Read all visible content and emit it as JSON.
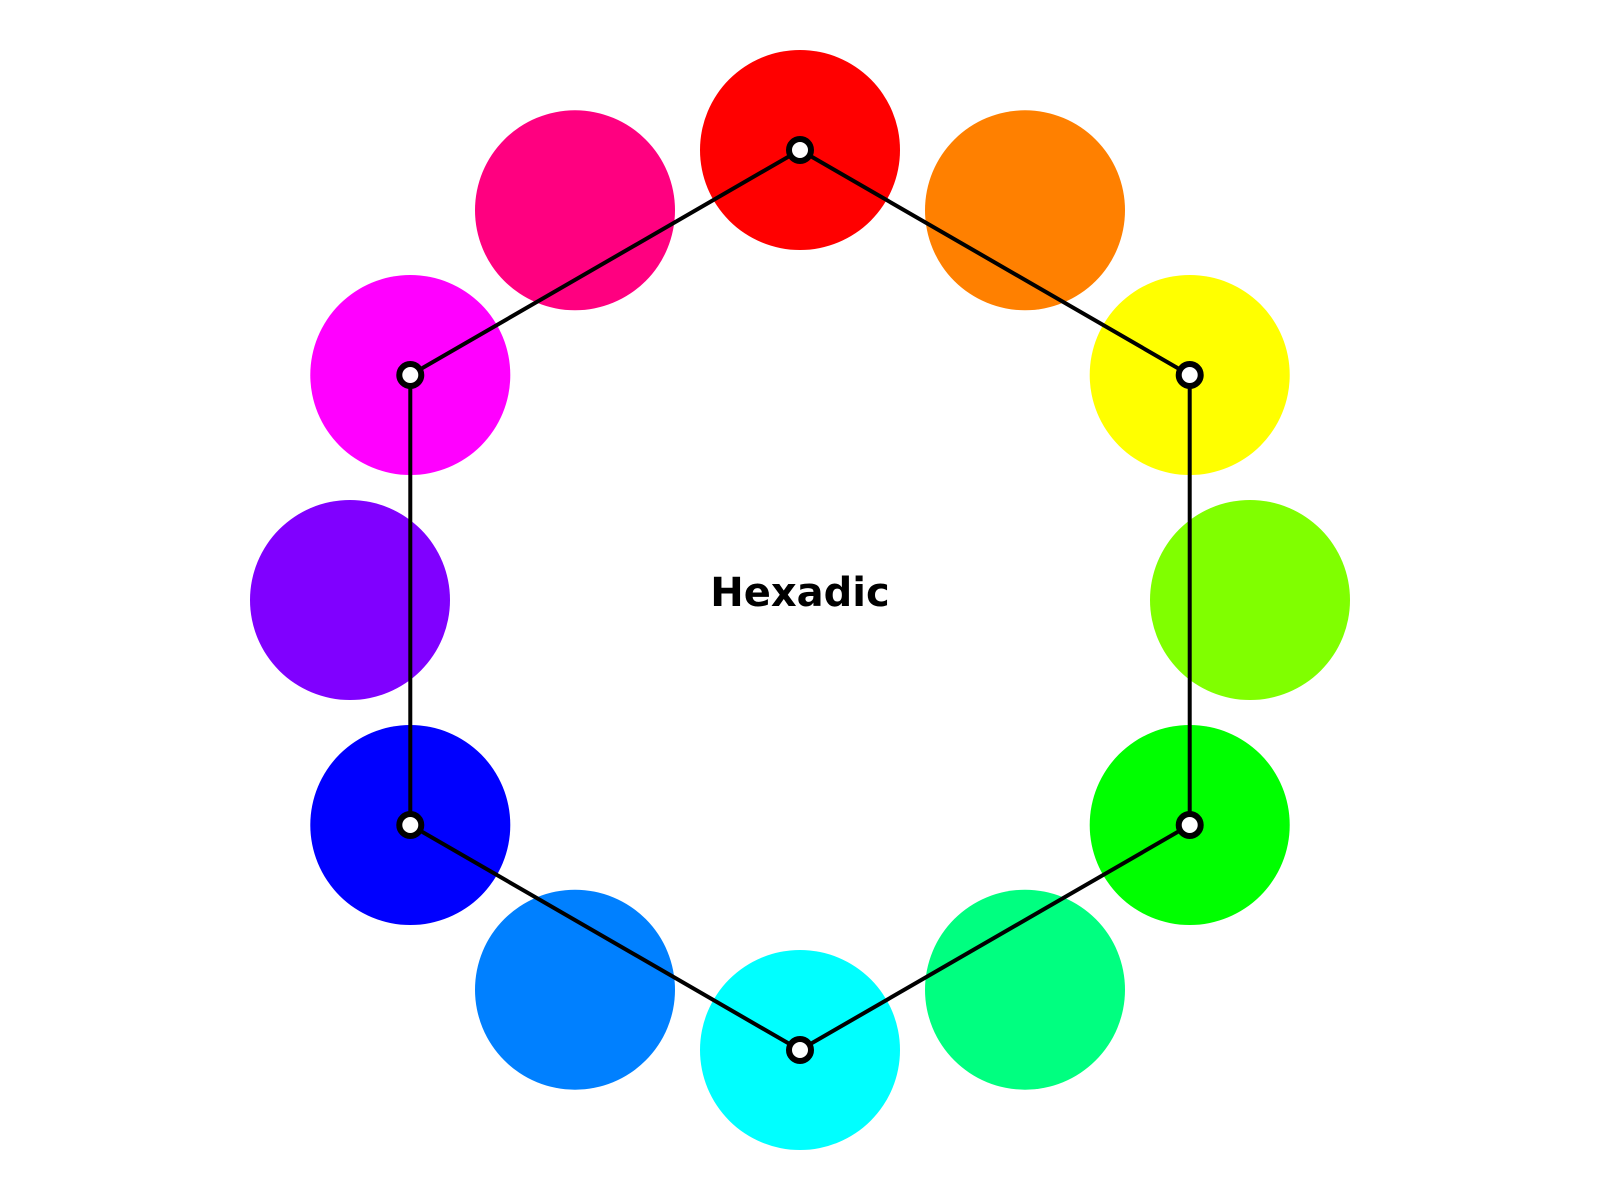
{
  "title": "Hexadic",
  "wheel": {
    "colors": [
      {
        "name": "red",
        "hex": "#ff0000",
        "selected": true
      },
      {
        "name": "orange",
        "hex": "#ff8000",
        "selected": false
      },
      {
        "name": "yellow",
        "hex": "#ffff00",
        "selected": true
      },
      {
        "name": "chartreuse",
        "hex": "#80ff00",
        "selected": false
      },
      {
        "name": "green",
        "hex": "#00ff00",
        "selected": true
      },
      {
        "name": "spring-green",
        "hex": "#00ff80",
        "selected": false
      },
      {
        "name": "cyan",
        "hex": "#00ffff",
        "selected": true
      },
      {
        "name": "azure",
        "hex": "#0080ff",
        "selected": false
      },
      {
        "name": "blue",
        "hex": "#0000ff",
        "selected": true
      },
      {
        "name": "violet",
        "hex": "#8000ff",
        "selected": false
      },
      {
        "name": "magenta",
        "hex": "#ff00ff",
        "selected": true
      },
      {
        "name": "rose",
        "hex": "#ff0080",
        "selected": false
      }
    ]
  },
  "connector_color": "#000000"
}
